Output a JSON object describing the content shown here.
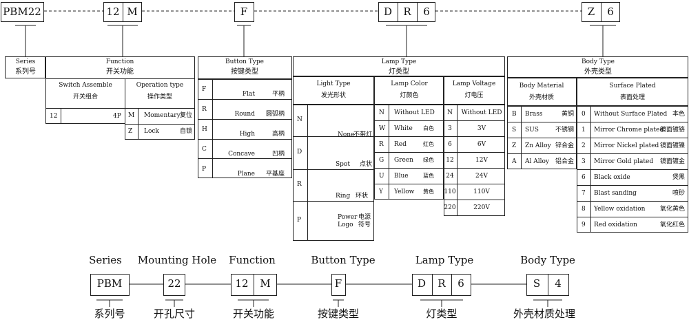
{
  "code_top": {
    "series": "PBM22",
    "function": [
      "12",
      "M"
    ],
    "button": "F",
    "lamp": [
      "D",
      "R",
      "6"
    ],
    "body": [
      "Z",
      "6"
    ]
  },
  "series_panel": {
    "en": "Series",
    "zh": "系列号"
  },
  "function_panel": {
    "title_en": "Function",
    "title_zh": "开关功能",
    "switch_title_en": "Switch Assemble",
    "switch_title_zh": "开关组合",
    "switch_row": {
      "num": "12",
      "poles": "4P"
    },
    "op_title_en": "Operation type",
    "op_title_zh": "操作类型",
    "op_rows": [
      {
        "code": "M",
        "en": "Momentary",
        "zh": "复位"
      },
      {
        "code": "Z",
        "en": "Lock",
        "zh": "自锁"
      }
    ]
  },
  "button_panel": {
    "title_en": "Button   Type",
    "title_zh": "按键类型",
    "rows": [
      {
        "code": "F",
        "en": "Flat",
        "zh": "平柄"
      },
      {
        "code": "R",
        "en": "Round",
        "zh": "圆弧柄"
      },
      {
        "code": "H",
        "en": "High",
        "zh": "高柄"
      },
      {
        "code": "C",
        "en": "Concave",
        "zh": "凹柄"
      },
      {
        "code": "P",
        "en": "Plane",
        "zh": "平基座"
      }
    ]
  },
  "lamp_panel": {
    "title_en": "Lamp   Type",
    "title_zh": "灯类型",
    "light_title_en": "Light Type",
    "light_title_zh": "发光形状",
    "light_rows": [
      {
        "code": "N",
        "en": "None",
        "zh": "不带灯"
      },
      {
        "code": "D",
        "en": "Spot",
        "zh": "点状"
      },
      {
        "code": "R",
        "en": "Ring",
        "zh": "环状"
      },
      {
        "code": "P",
        "en": "Power",
        "zh": "电源",
        "en2": "Logo",
        "zh2": "符号"
      }
    ],
    "color_title_en": "Lamp   Color",
    "color_title_zh": "灯颜色",
    "color_rows": [
      {
        "code": "N",
        "en": "Without LED",
        "zh": ""
      },
      {
        "code": "W",
        "en": "White",
        "zh": "白色"
      },
      {
        "code": "R",
        "en": "Red",
        "zh": "红色"
      },
      {
        "code": "G",
        "en": "Green",
        "zh": "绿色"
      },
      {
        "code": "U",
        "en": "Blue",
        "zh": "蓝色"
      },
      {
        "code": "Y",
        "en": "Yellow",
        "zh": "黄色"
      }
    ],
    "volt_title_en": "Lamp Voltage",
    "volt_title_zh": "灯电压",
    "volt_rows": [
      {
        "code": "N",
        "val": "Without LED"
      },
      {
        "code": "3",
        "val": "3V"
      },
      {
        "code": "6",
        "val": "6V"
      },
      {
        "code": "12",
        "val": "12V"
      },
      {
        "code": "24",
        "val": "24V"
      },
      {
        "code": "110",
        "val": "110V"
      },
      {
        "code": "220",
        "val": "220V"
      }
    ]
  },
  "body_panel": {
    "title_en": "Body Type",
    "title_zh": "外壳类型",
    "mat_title_en": "Body Material",
    "mat_title_zh": "外壳材质",
    "mat_rows": [
      {
        "code": "B",
        "en": "Brass",
        "zh": "黄铜"
      },
      {
        "code": "S",
        "en": "SUS",
        "zh": "不锈钢"
      },
      {
        "code": "Z",
        "en": "Zn Alloy",
        "zh": "锌合金"
      },
      {
        "code": "A",
        "en": "Al Alloy",
        "zh": "铝合金"
      }
    ],
    "surf_title_en": "Surface Plated",
    "surf_title_zh": "表面处理",
    "surf_rows": [
      {
        "code": "0",
        "en": "Without Surface Plated",
        "zh": "本色"
      },
      {
        "code": "1",
        "en": "Mirror Chrome plated",
        "zh": "镜面镀铬"
      },
      {
        "code": "2",
        "en": "Mirror Nickel plated",
        "zh": "镜面镀镍"
      },
      {
        "code": "3",
        "en": "Mirror Gold plated",
        "zh": "镜面镀金"
      },
      {
        "code": "6",
        "en": "Black oxide",
        "zh": "煲黑"
      },
      {
        "code": "7",
        "en": "Blast sanding",
        "zh": "喷砂"
      },
      {
        "code": "8",
        "en": "Yellow oxidation",
        "zh": "氧化黄色"
      },
      {
        "code": "9",
        "en": "Red oxidation",
        "zh": "氧化红色"
      }
    ]
  },
  "bottom": {
    "labels_top": [
      "Series",
      "Mounting Hole",
      "Function",
      "Button  Type",
      "Lamp    Type",
      "Body Type"
    ],
    "boxes": {
      "series": "PBM",
      "hole": "22",
      "function": [
        "12",
        "M"
      ],
      "button": "F",
      "lamp": [
        "D",
        "R",
        "6"
      ],
      "body": [
        "S",
        "4"
      ]
    },
    "labels_bottom": [
      "系列号",
      "开孔尺寸",
      "开关功能",
      "按键类型",
      "灯类型",
      "外壳材质处理"
    ]
  }
}
